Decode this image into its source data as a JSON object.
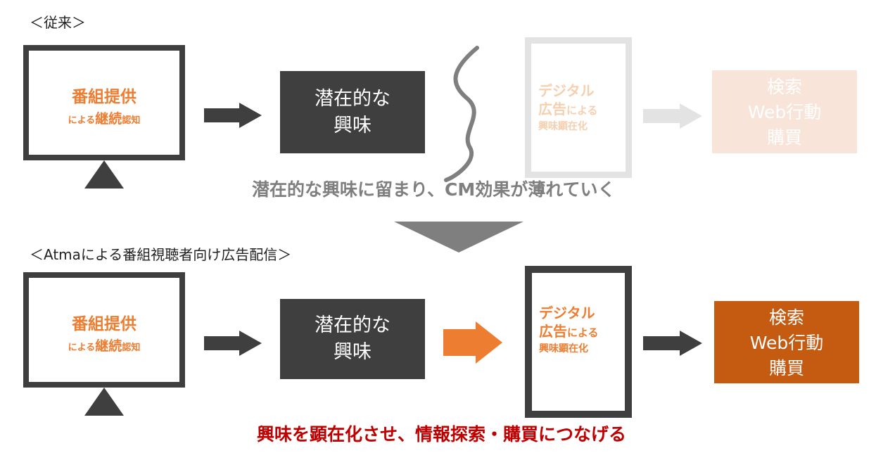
{
  "sections": {
    "old_label": "＜従来＞",
    "new_label": "＜Atmaによる番組視聴者向け広告配信＞"
  },
  "monitor": {
    "line1": "番組提供",
    "line2_prefix": "による",
    "line2_main": "継続",
    "line2_suffix": "認知"
  },
  "latent_box": {
    "line1": "潜在的な",
    "line2": "興味"
  },
  "phone": {
    "line1": "デジタル",
    "line2_main": "広告",
    "line2_suffix": "による",
    "line3": "興味顕在化"
  },
  "result_box": {
    "line1": "検索",
    "line2": "Web行動",
    "line3": "購買"
  },
  "captions": {
    "old": "潜在的な興味に留まり、CM効果が薄れていく",
    "new": "興味を顕在化させ、情報探索・購買につなげる"
  },
  "colors": {
    "dark": "#3f3f3f",
    "orange": "#ed7d31",
    "dark_orange": "#c55a11",
    "faded_gray": "#e3e3e3",
    "faded_orange": "#f8e4d8",
    "caption_gray": "#7f7f7f",
    "caption_red": "#c00000"
  }
}
